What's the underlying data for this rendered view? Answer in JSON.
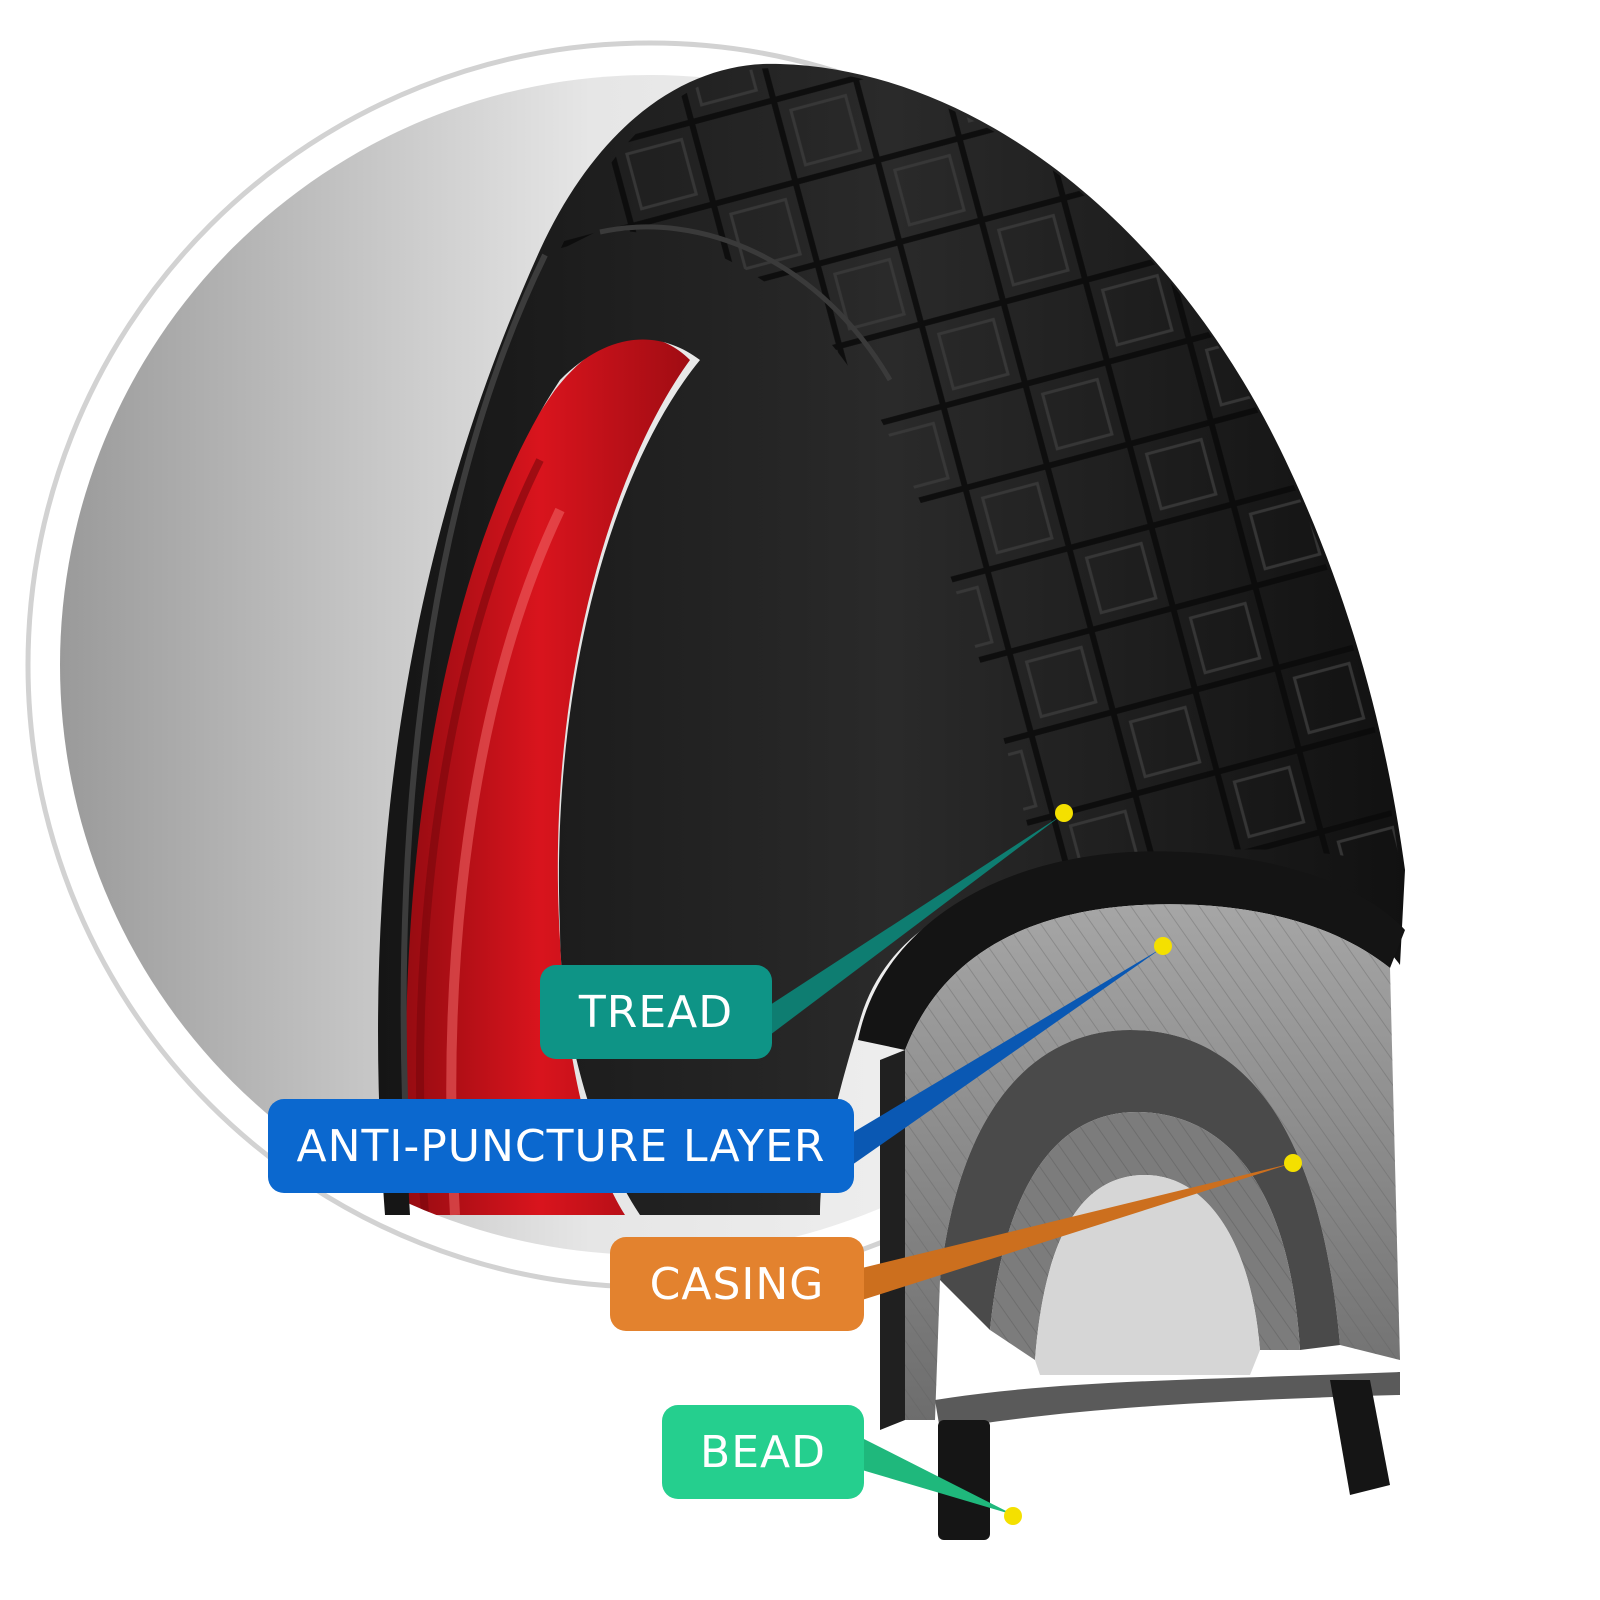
{
  "labels": {
    "tread": {
      "text": "TREAD",
      "color": "#0e9486"
    },
    "anti_puncture": {
      "text": "ANTI-PUNCTURE LAYER",
      "color": "#0b68cf"
    },
    "casing": {
      "text": "CASING",
      "color": "#e3822e"
    },
    "bead": {
      "text": "BEAD",
      "color": "#25cf8e"
    }
  },
  "colors": {
    "rim": "#d6121b",
    "tire": "#1b1b1b",
    "cutaway": "#8c8c8c",
    "pointer_dot": "#f4e000"
  }
}
